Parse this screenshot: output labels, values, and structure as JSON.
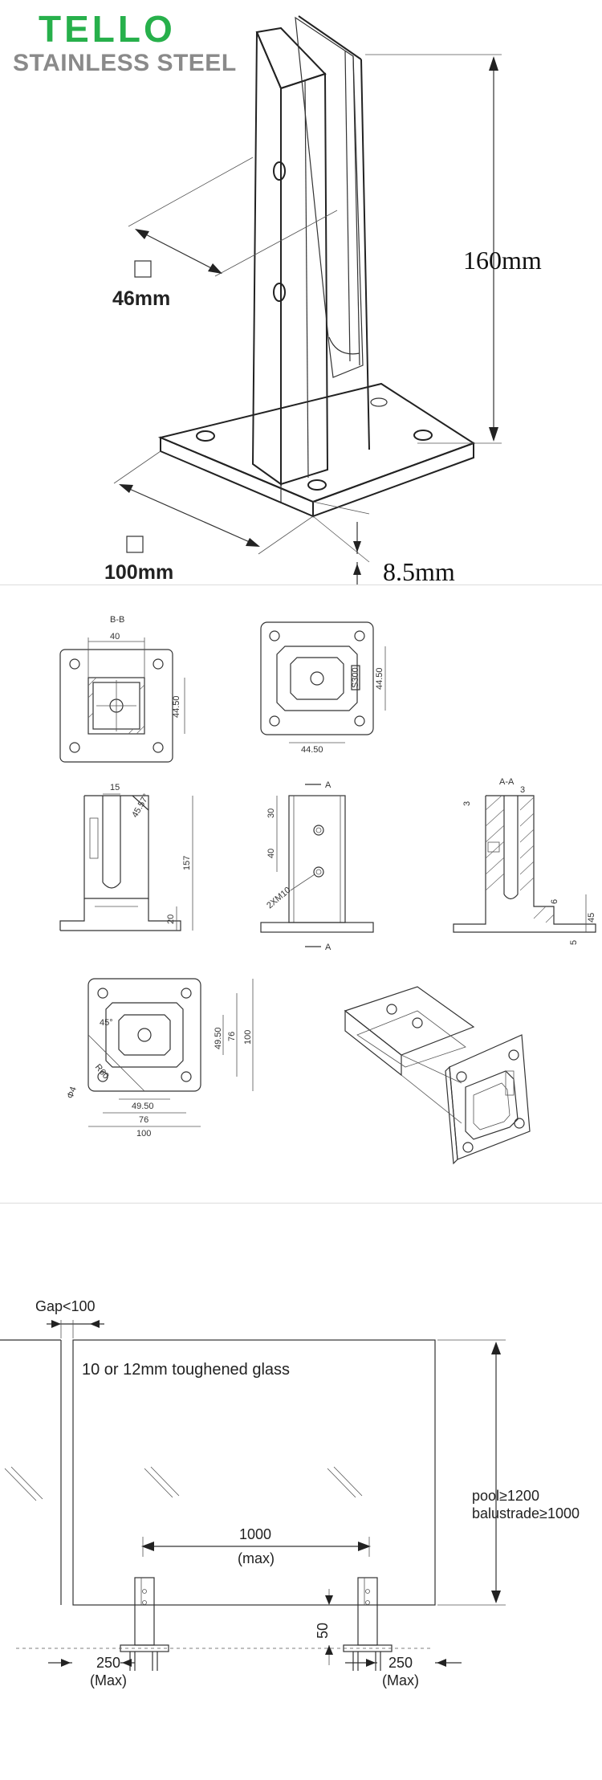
{
  "brand": {
    "name_line1": "TELLO",
    "name_line2": "STAINLESS STEEL",
    "primary_color": "#27b04b",
    "secondary_color": "#8a8a8a"
  },
  "product_view": {
    "height_label": "160mm",
    "post_size_label": "46mm",
    "base_size_label": "100mm",
    "base_thickness_label": "8.5mm"
  },
  "technical_drawing": {
    "section_bb": {
      "title": "B-B",
      "width": "40",
      "height": "44.50"
    },
    "top_view": {
      "width": "44.50",
      "height": "44.50",
      "stamp": "S300"
    },
    "front_view": {
      "top_width": "15",
      "angle": "45.57°",
      "height": "157",
      "base_height": "20"
    },
    "side_view": {
      "marker_top": "A",
      "marker_bottom": "A",
      "hole_gap1": "30",
      "hole_gap2": "40",
      "thread": "2XM10"
    },
    "section_aa": {
      "title": "A-A",
      "dim_a": "3",
      "dim_b": "3",
      "dim_c": "6",
      "dim_d": "45",
      "dim_e": "5"
    },
    "base_plan": {
      "angle": "45°",
      "radius": "R60",
      "hole": "Φ4",
      "width_inner": "49.50",
      "width_mid": "76",
      "width_outer": "100",
      "height_inner": "49.50",
      "height_mid": "76",
      "height_outer": "100"
    }
  },
  "installation": {
    "gap_label": "Gap<100",
    "glass_label": "10 or 12mm toughened glass",
    "pool_label": "pool≥1200",
    "balustrade_label": "balustrade≥1000",
    "span_label": "1000",
    "span_note": "(max)",
    "edge_left": "250",
    "edge_left_note": "(Max)",
    "edge_right": "250",
    "edge_right_note": "(Max)",
    "clearance": "50"
  }
}
